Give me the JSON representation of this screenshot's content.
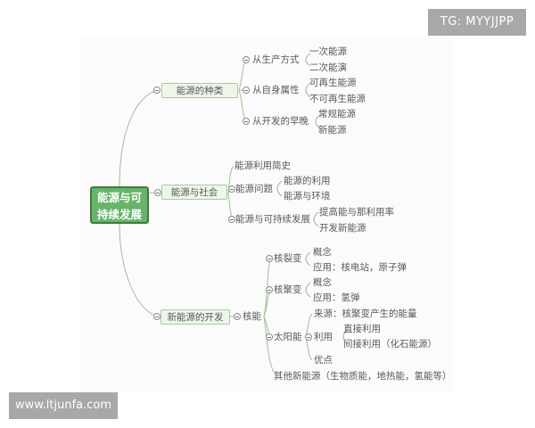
{
  "watermarks": {
    "top_right": "TG: MYYJJPP",
    "bottom_left": "www.ltjunfa.com"
  },
  "mindmap": {
    "root": {
      "line1": "能源与可",
      "line2": "持续发展"
    },
    "branches": [
      {
        "label": "能源的种类",
        "children": [
          {
            "label": "从生产方式",
            "leaves": [
              "一次能源",
              "二次能演"
            ]
          },
          {
            "label": "从自身属性",
            "leaves": [
              "可再生能源",
              "不可再生能源"
            ]
          },
          {
            "label": "从开发的早晚",
            "leaves": [
              "常规能源",
              "新能源"
            ]
          }
        ]
      },
      {
        "label": "能源与社会",
        "children": [
          {
            "label": "能源利用简史",
            "leaves": []
          },
          {
            "label": "能源问题",
            "leaves": [
              "能源的利用",
              "能源与环境"
            ]
          },
          {
            "label": "能源与可持续发展",
            "leaves": [
              "提高能与那利用率",
              "开发新能源"
            ]
          }
        ]
      },
      {
        "label": "新能源的开发",
        "children": [
          {
            "label": "核能",
            "children": [
              {
                "label": "核裂变",
                "leaves": [
                  "概念",
                  "应用：核电站，原子弹"
                ]
              },
              {
                "label": "核聚变",
                "leaves": [
                  "概念",
                  "应用：氢弹"
                ]
              },
              {
                "label": "太阳能",
                "children": [
                  {
                    "label": "来源：核聚变产生的能量",
                    "leaves": []
                  },
                  {
                    "label": "利用",
                    "leaves": [
                      "直接利用",
                      "间接利用（化石能源）"
                    ]
                  },
                  {
                    "label": "优点",
                    "leaves": []
                  }
                ]
              },
              {
                "label": "其他新能源（生物质能，地热能，氢能等）",
                "leaves": []
              }
            ]
          }
        ]
      }
    ]
  },
  "colors": {
    "root_fill": "#69b36b",
    "root_border": "#3e7a40",
    "box_fill": "#eef5ea",
    "box_border": "#a9c9a0",
    "line": "#9cc293",
    "watermark_bg": "#a8a8a8"
  }
}
